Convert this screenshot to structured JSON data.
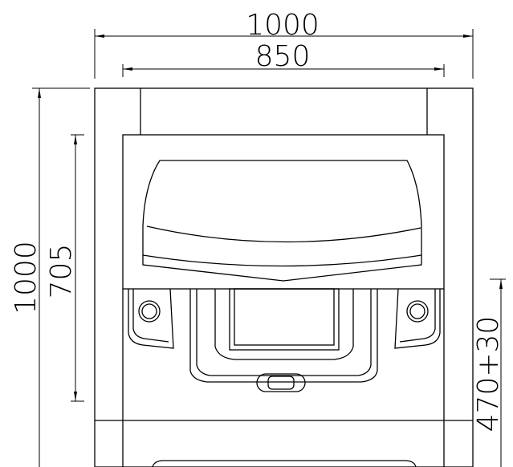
{
  "drawing": {
    "overall_width_label": "1000",
    "inner_width_label": "850",
    "overall_depth_label": "1000",
    "seat_depth_label": "705",
    "seat_height_label": "470+30",
    "line_color": "#000000",
    "background": "#ffffff"
  }
}
